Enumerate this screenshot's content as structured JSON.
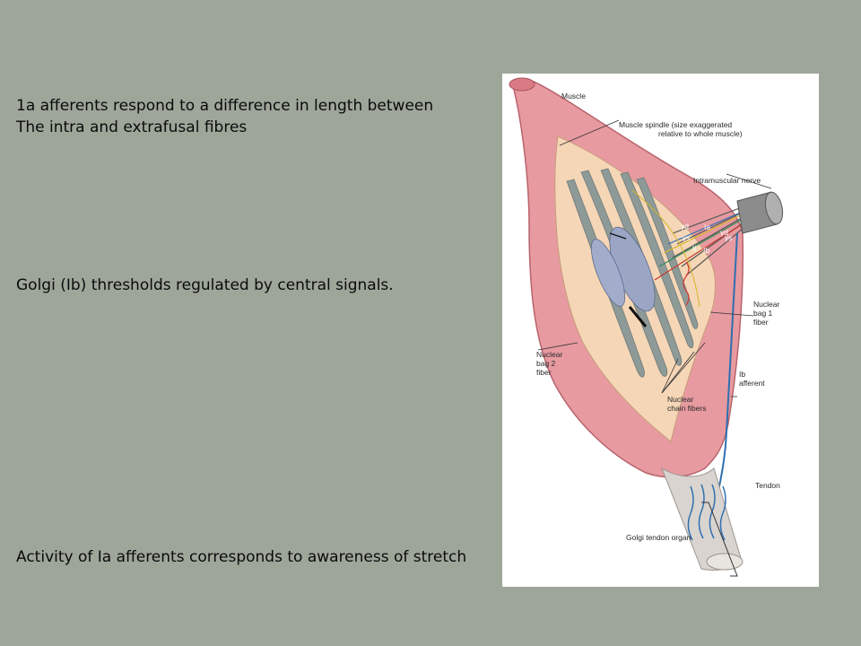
{
  "slide": {
    "text_1_line1": "1a afferents respond to a difference in length between",
    "text_1_line2": "The intra and extrafusal fibres",
    "text_2": "Golgi (Ib) thresholds regulated by central signals.",
    "text_3": "Activity of Ia afferents corresponds to awareness of stretch"
  },
  "figure": {
    "labels": {
      "muscle": "Muscle",
      "spindle_line1": "Muscle spindle (size exaggerated",
      "spindle_line2": "relative to whole muscle)",
      "intramuscular_nerve": "Intramuscular nerve",
      "bag1_line1": "Nuclear",
      "bag1_line2": "bag 1",
      "bag1_line3": "fiber",
      "ib_line1": "Ib",
      "ib_line2": "afferent",
      "bag2_line1": "Nuclear",
      "bag2_line2": "bag 2",
      "bag2_line3": "fiber",
      "chain_line1": "Nuclear",
      "chain_line2": "chain fibers",
      "tendon": "Tendon",
      "golgi_tendon_organ": "Golgi tendon organ"
    },
    "nerve_tags": [
      "γd",
      "γs",
      "II",
      "Ia",
      "Ib",
      "γd",
      "γs"
    ],
    "colors": {
      "muscle": "#e79aa0",
      "spindle_capsule": "#f5d6b6",
      "intrafusal_fiber": "#8e9a98",
      "nerve": "#7a7a7a",
      "ib_afferent": "#2f6fb0"
    }
  }
}
